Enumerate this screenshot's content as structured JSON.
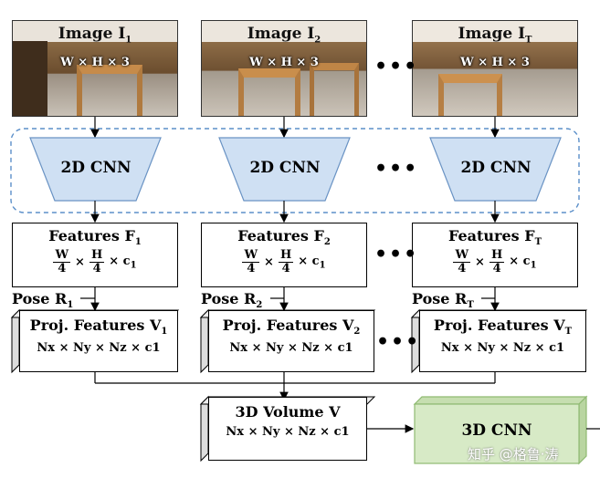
{
  "images": [
    {
      "title": "Image I",
      "sub": "1",
      "dim": "W × H × 3"
    },
    {
      "title": "Image I",
      "sub": "2",
      "dim": "W × H × 3"
    },
    {
      "title": "Image I",
      "sub": "T",
      "dim": "W × H × 3"
    }
  ],
  "cnn2d": {
    "label": "2D CNN"
  },
  "features": [
    {
      "title": "Features F",
      "sub": "1"
    },
    {
      "title": "Features F",
      "sub": "2"
    },
    {
      "title": "Features F",
      "sub": "T"
    }
  ],
  "feature_dim": {
    "w_num": "W",
    "h_num": "H",
    "den": "4",
    "times": "×",
    "tail": "× c",
    "tail_sub": "1"
  },
  "poses": [
    {
      "label": "Pose R",
      "sub": "1"
    },
    {
      "label": "Pose R",
      "sub": "2"
    },
    {
      "label": "Pose R",
      "sub": "T"
    }
  ],
  "proj": [
    {
      "title": "Proj. Features V",
      "sub": "1"
    },
    {
      "title": "Proj. Features V",
      "sub": "2"
    },
    {
      "title": "Proj. Features V",
      "sub": "T"
    }
  ],
  "grid_dim": {
    "text": "Nx × Ny × Nz × c1"
  },
  "volume": {
    "title": "3D Volume V",
    "dim": "Nx × Ny × Nz × c1"
  },
  "cnn3d": {
    "label": "3D CNN"
  },
  "ellipsis": "•••",
  "watermark": "知乎 @格鲁·涛",
  "colors": {
    "cnn_fill": "#cfe0f3",
    "cnn_stroke": "#6a93c4",
    "cnn3d_fill": "#d7eac6",
    "cnn3d_stroke": "#8fba72",
    "group_border": "#5b8fc9"
  }
}
